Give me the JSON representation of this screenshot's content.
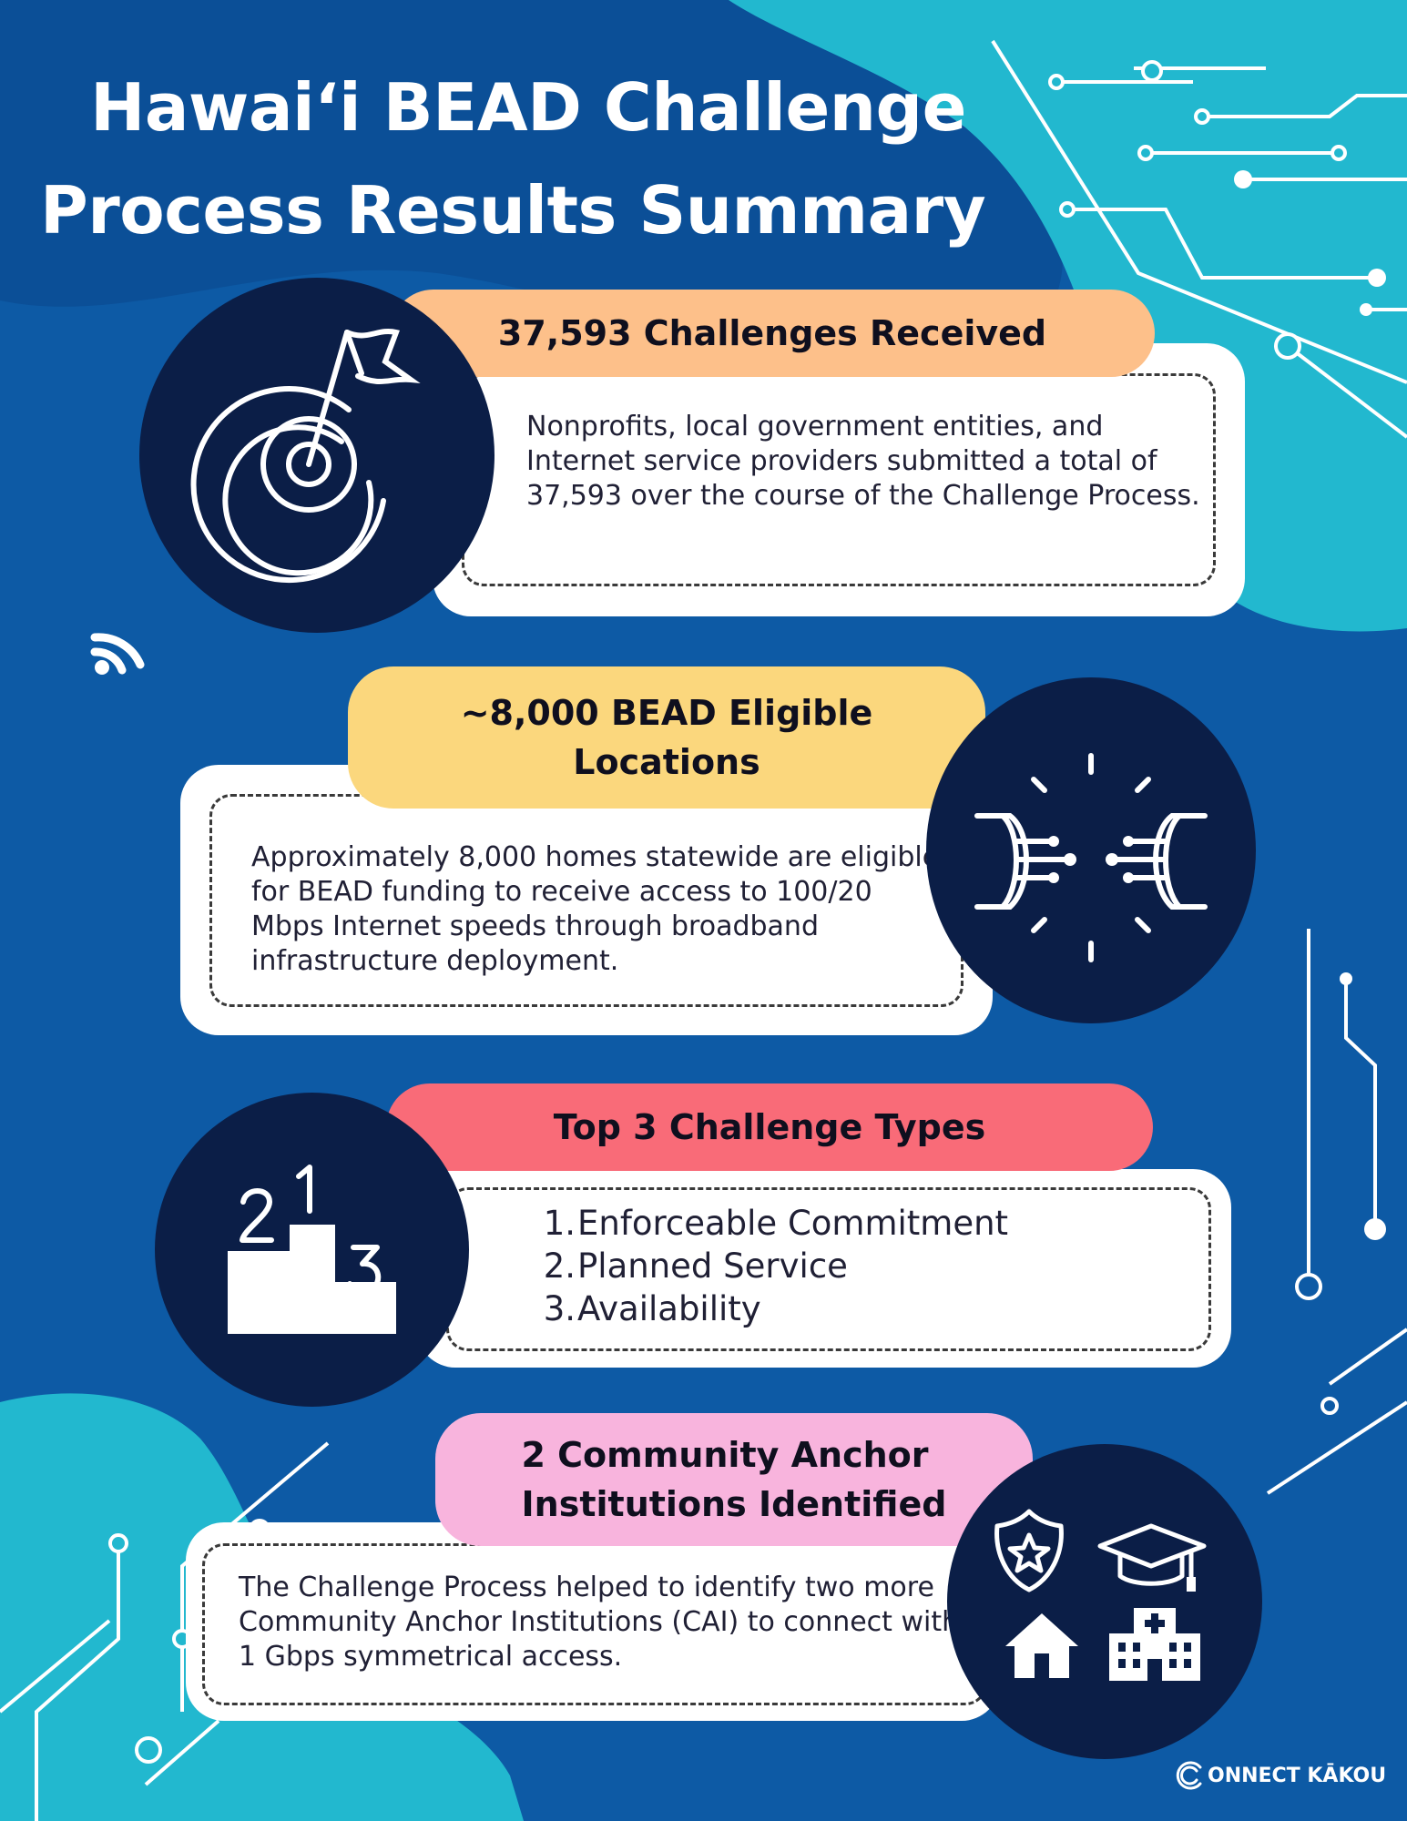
{
  "title": {
    "line1": "Hawai‘i BEAD Challenge",
    "line2": "Process Results Summary"
  },
  "colors": {
    "background": "#0d5aa5",
    "teal": "#22b8cf",
    "navy": "#0b1e47",
    "pill_orange": "#fdc08a",
    "pill_yellow": "#fbd77d",
    "pill_red": "#f96b78",
    "pill_pink": "#f8b4dd"
  },
  "sections": {
    "challenges": {
      "heading": "37,593 Challenges Received",
      "body": "Nonprofits, local government entities, and Internet service providers submitted a total of 37,593 over the course of the Challenge Process.",
      "icon": "target-flag-icon"
    },
    "locations": {
      "heading_line1": "~8,000 BEAD Eligible",
      "heading_line2": "Locations",
      "body": "Approximately 8,000 homes statewide are eligible for BEAD funding to receive access to 100/20 Mbps Internet speeds through broadband infrastructure deployment.",
      "icon": "fiber-connection-icon"
    },
    "types": {
      "heading": "Top 3 Challenge Types",
      "items": [
        {
          "num": "1.",
          "label": "Enforceable Commitment"
        },
        {
          "num": "2.",
          "label": "Planned Service"
        },
        {
          "num": "3.",
          "label": "Availability"
        }
      ],
      "icon": "podium-icon"
    },
    "anchors": {
      "heading_line1": "2 Community Anchor",
      "heading_line2": "Institutions Identified",
      "body": "The Challenge Process helped to identify two more Community Anchor Institutions (CAI) to connect with 1 Gbps symmetrical access.",
      "icons": [
        "police-badge-icon",
        "graduation-cap-icon",
        "house-icon",
        "hospital-icon"
      ]
    }
  },
  "logo": {
    "text": "ONNECT KĀKOU"
  }
}
